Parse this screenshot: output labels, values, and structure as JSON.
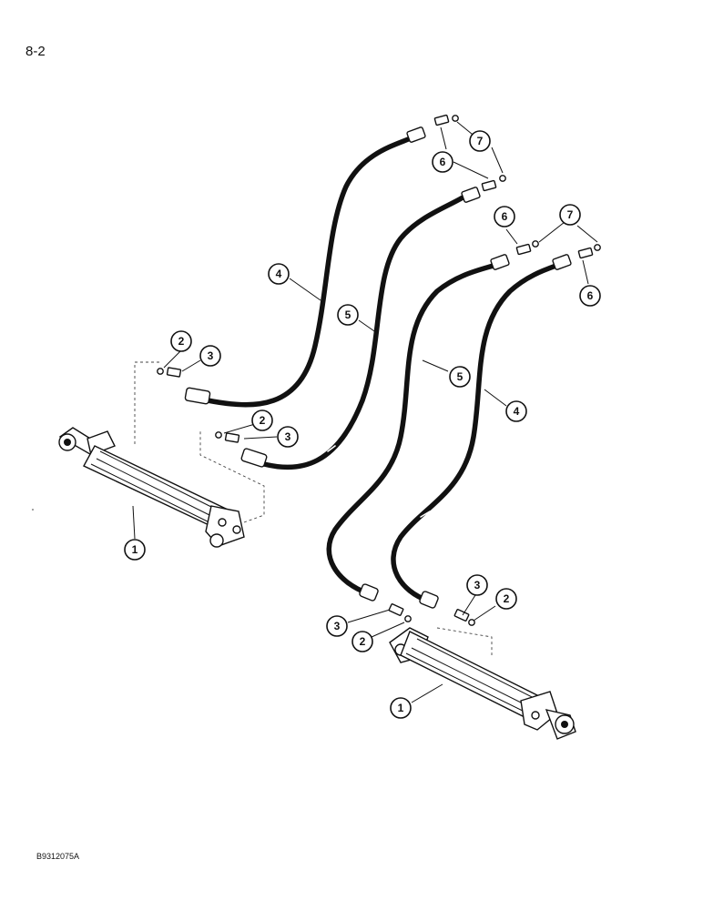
{
  "page": {
    "number": "8-2",
    "reference": "B9312075A"
  },
  "callouts": [
    {
      "id": "c1",
      "label": "1"
    },
    {
      "id": "c2",
      "label": "2"
    },
    {
      "id": "c3",
      "label": "3"
    },
    {
      "id": "c4",
      "label": "4"
    },
    {
      "id": "c5",
      "label": "5"
    },
    {
      "id": "c6",
      "label": "6"
    },
    {
      "id": "c7",
      "label": "7"
    }
  ]
}
